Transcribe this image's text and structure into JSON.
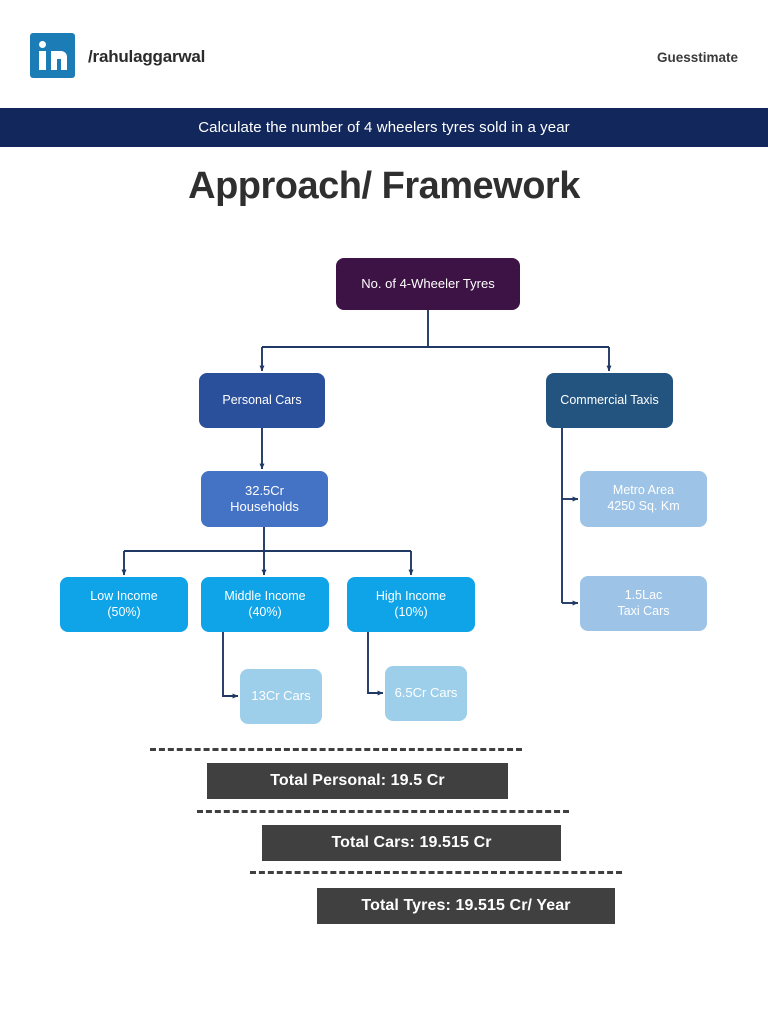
{
  "header": {
    "logo_icon": "linkedin-icon",
    "handle": "/rahulaggarwal",
    "category": "Guesstimate"
  },
  "banner": {
    "text": "Calculate the number of 4 wheelers tyres sold in a year"
  },
  "title": "Approach/ Framework",
  "colors": {
    "banner_bg": "#12285c",
    "root_node": "#3d1244",
    "personal_node": "#2a4f9b",
    "commercial_node": "#23547f",
    "households_node": "#4472c4",
    "income_node": "#0fa3e8",
    "leaf_node": "#9dcfeb",
    "leaf_right_node": "#9dc3e6",
    "total_bar": "#404040",
    "connector": "#1f3864",
    "linkedin_blue": "#1c7cb5"
  },
  "chart_data": {
    "type": "diagram",
    "title": "Approach/ Framework",
    "nodes": [
      {
        "id": "root",
        "label": "No. of 4-Wheeler Tyres",
        "level": 0
      },
      {
        "id": "personal",
        "label": "Personal Cars",
        "level": 1
      },
      {
        "id": "commercial",
        "label": "Commercial Taxis",
        "level": 1
      },
      {
        "id": "households",
        "label": "32.5Cr\nHouseholds",
        "level": 2
      },
      {
        "id": "metro",
        "label": "Metro Area\n4250 Sq. Km",
        "level": 2
      },
      {
        "id": "low",
        "label": "Low Income\n(50%)",
        "level": 3
      },
      {
        "id": "middle",
        "label": "Middle Income\n(40%)",
        "level": 3
      },
      {
        "id": "high",
        "label": "High Income\n(10%)",
        "level": 3
      },
      {
        "id": "taxicars",
        "label": "1.5Lac\nTaxi Cars",
        "level": 3
      },
      {
        "id": "midcars",
        "label": "13Cr Cars",
        "level": 4
      },
      {
        "id": "highcars",
        "label": "6.5Cr Cars",
        "level": 4
      }
    ],
    "edges": [
      {
        "from": "root",
        "to": "personal"
      },
      {
        "from": "root",
        "to": "commercial"
      },
      {
        "from": "personal",
        "to": "households"
      },
      {
        "from": "commercial",
        "to": "metro"
      },
      {
        "from": "commercial",
        "to": "taxicars"
      },
      {
        "from": "households",
        "to": "low"
      },
      {
        "from": "households",
        "to": "middle"
      },
      {
        "from": "households",
        "to": "high"
      },
      {
        "from": "middle",
        "to": "midcars"
      },
      {
        "from": "high",
        "to": "highcars"
      }
    ]
  },
  "nodes": {
    "root": "No. of 4-Wheeler Tyres",
    "personal": "Personal Cars",
    "commercial": "Commercial Taxis",
    "households": "32.5Cr\nHouseholds",
    "metro": "Metro Area\n4250 Sq. Km",
    "low_income": "Low Income\n(50%)",
    "middle_income": "Middle Income\n(40%)",
    "high_income": "High Income\n(10%)",
    "taxi_cars": "1.5Lac\nTaxi Cars",
    "mid_cars": "13Cr Cars",
    "high_cars": "6.5Cr Cars"
  },
  "totals": [
    {
      "id": "total-personal",
      "label": "Total Personal: 19.5 Cr"
    },
    {
      "id": "total-cars",
      "label": "Total Cars: 19.515 Cr"
    },
    {
      "id": "total-tyres",
      "label": "Total Tyres: 19.515 Cr/ Year"
    }
  ]
}
